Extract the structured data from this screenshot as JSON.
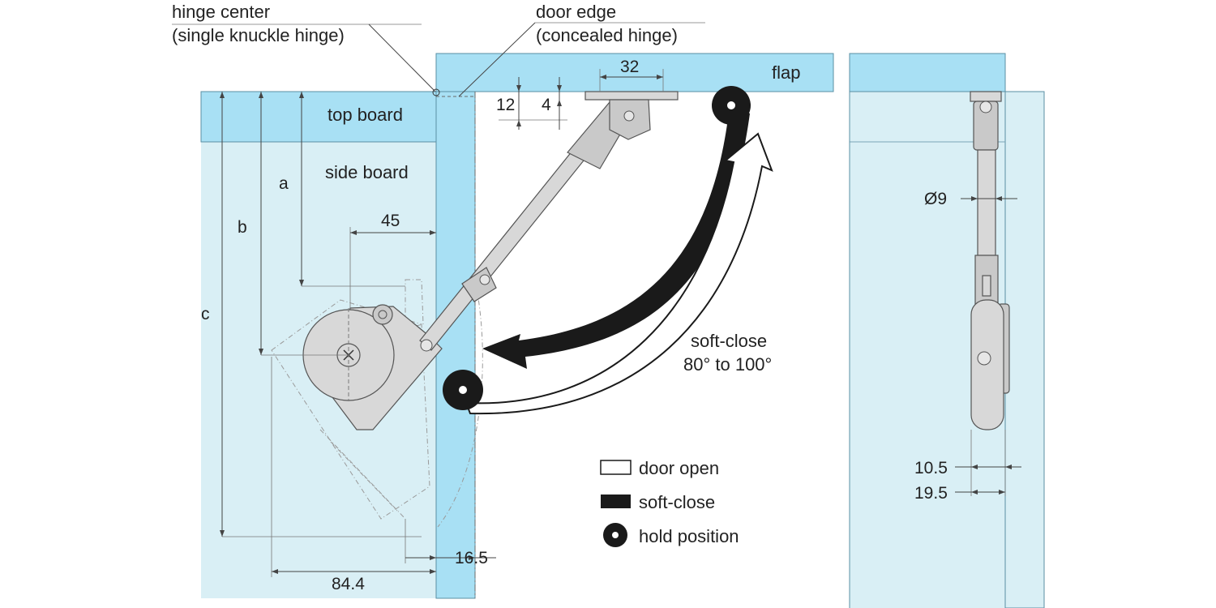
{
  "labels": {
    "hinge_center_line1": "hinge center",
    "hinge_center_line2": "(single knuckle hinge)",
    "door_edge_line1": "door edge",
    "door_edge_line2": "(concealed hinge)",
    "flap": "flap",
    "top_board": "top board",
    "side_board": "side board",
    "soft_close_line1": "soft-close",
    "soft_close_line2": "80° to 100°"
  },
  "dimensions": {
    "d32": "32",
    "d12": "12",
    "d4": "4",
    "d45": "45",
    "a": "a",
    "b": "b",
    "c": "c",
    "d16_5": "16.5",
    "d84_4": "84.4",
    "dia9": "Ø9",
    "d10_5": "10.5",
    "d19_5": "19.5"
  },
  "legend": {
    "door_open": "door open",
    "soft_close": "soft-close",
    "hold_position": "hold position"
  },
  "colors": {
    "board_light": "#d9eff5",
    "board_blue": "#a8e0f4",
    "mechanism_grey": "#d8d8d8",
    "arrow_black": "#1a1a1a"
  }
}
